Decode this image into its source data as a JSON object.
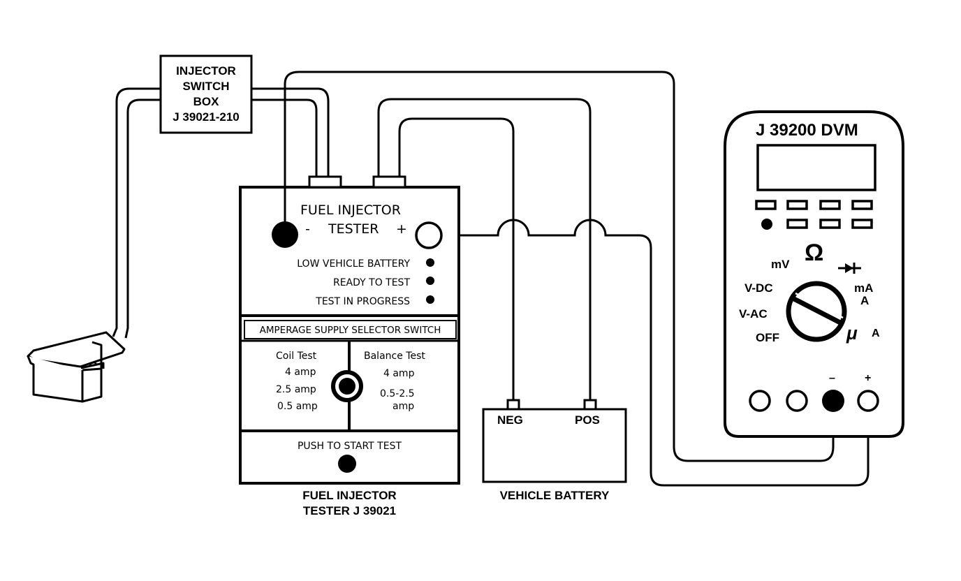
{
  "switch_box": {
    "line1": "INJECTOR",
    "line2": "SWITCH",
    "line3": "BOX",
    "part": "J 39021-210"
  },
  "tester": {
    "title_line1": "FUEL INJECTOR",
    "title_line2": "TESTER",
    "minus": "-",
    "plus": "+",
    "indicators": [
      {
        "label": "LOW VEHICLE BATTERY"
      },
      {
        "label": "READY TO TEST"
      },
      {
        "label": "TEST IN PROGRESS"
      }
    ],
    "selector_title": "AMPERAGE SUPPLY SELECTOR SWITCH",
    "coil_test": {
      "title": "Coil Test",
      "options": [
        "4 amp",
        "2.5 amp",
        "0.5 amp"
      ]
    },
    "balance_test": {
      "title": "Balance Test",
      "options": [
        "4 amp",
        "0.5-2.5",
        "amp"
      ]
    },
    "push_label": "PUSH TO START TEST",
    "caption_line1": "FUEL INJECTOR",
    "caption_line2": "TESTER J 39021"
  },
  "battery": {
    "neg": "NEG",
    "pos": "POS",
    "caption": "VEHICLE BATTERY"
  },
  "dvm": {
    "title": "J 39200 DVM",
    "dial_labels": {
      "mv": "mV",
      "ohm": "Ω",
      "vdc": "V-DC",
      "vac": "V-AC",
      "off": "OFF",
      "ma": "mA",
      "a": "A",
      "mu": "μ",
      "ua": "A"
    },
    "minus": "–",
    "plus": "+"
  }
}
